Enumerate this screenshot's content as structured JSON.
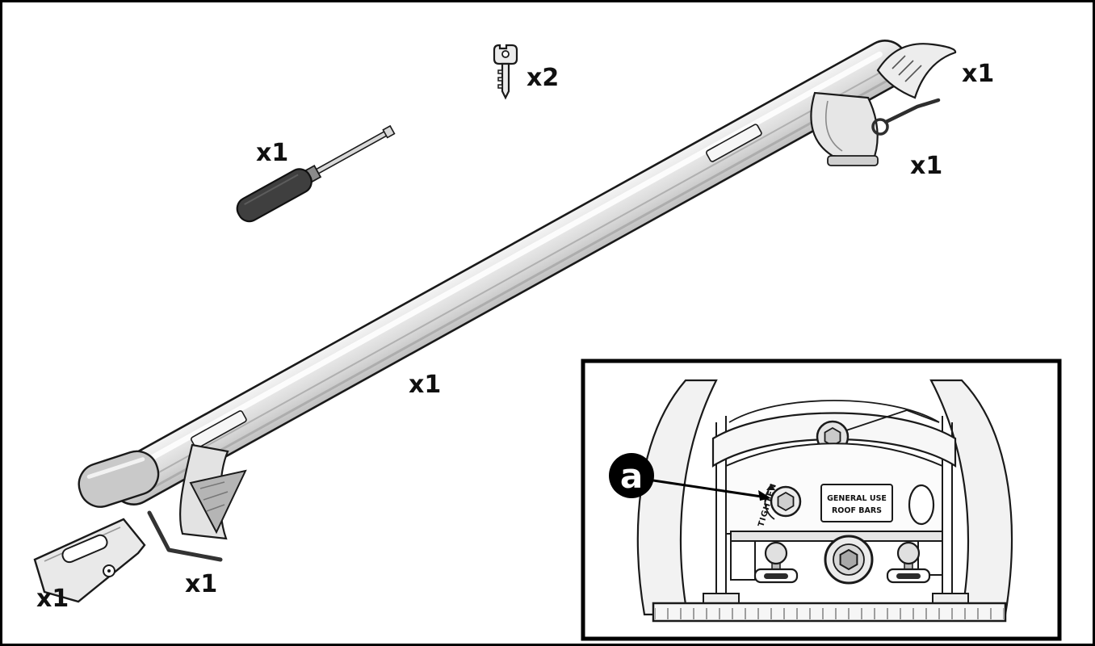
{
  "labels": {
    "key_qty": "x2",
    "screwdriver_qty": "x1",
    "endcap_right_qty": "x1",
    "wrench_right_qty": "x1",
    "bar_qty": "x1",
    "foot_cover_left_qty": "x1",
    "allen_key_left_qty": "x1"
  },
  "inset": {
    "callout_letter": "a",
    "tighten_label": "TIGHTEN",
    "plate_line1": "GENERAL USE",
    "plate_line2": "ROOF BARS"
  },
  "colors": {
    "outline": "#1a1a1a",
    "bar_fill_light": "#f2f2f2",
    "bar_fill_dark": "#c4c4c4",
    "handle_fill": "#3f3f3f",
    "callout_fill": "#000000",
    "background": "#ffffff"
  }
}
